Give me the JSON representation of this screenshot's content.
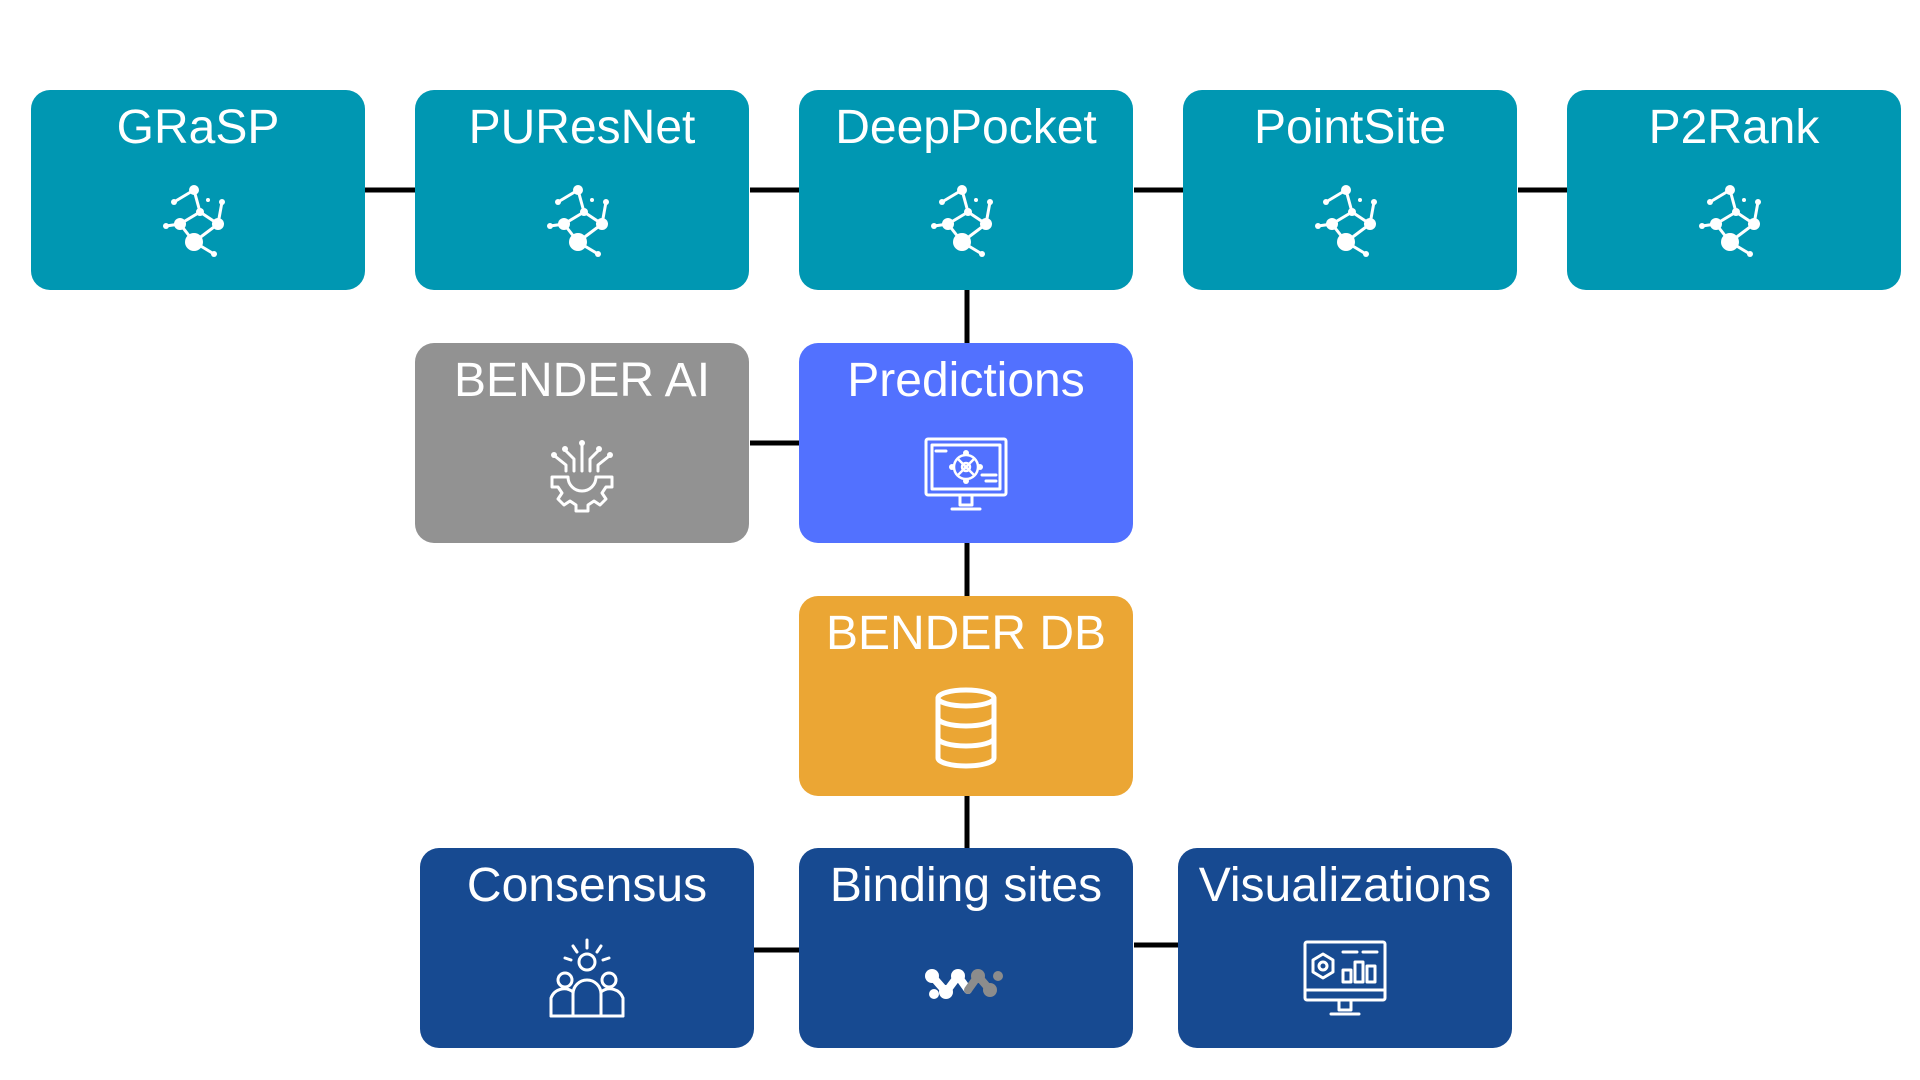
{
  "colors": {
    "predictor": "#0097b2",
    "bender_ai": "#929292",
    "predictions": "#5271ff",
    "bender_db": "#eba634",
    "analysis": "#174a91",
    "connector": "#000000",
    "icon": "#ffffff"
  },
  "predictors": [
    {
      "label": "GRaSP",
      "icon": "molecule-icon"
    },
    {
      "label": "PUResNet",
      "icon": "molecule-icon"
    },
    {
      "label": "DeepPocket",
      "icon": "molecule-icon"
    },
    {
      "label": "PointSite",
      "icon": "molecule-icon"
    },
    {
      "label": "P2Rank",
      "icon": "molecule-icon"
    }
  ],
  "bender_ai": {
    "label": "BENDER AI",
    "icon": "ai-gear-icon"
  },
  "predictions": {
    "label": "Predictions",
    "icon": "monitor-molecule-icon"
  },
  "bender_db": {
    "label": "BENDER DB",
    "icon": "database-icon"
  },
  "outputs": [
    {
      "label": "Consensus",
      "icon": "team-icon"
    },
    {
      "label": "Binding sites",
      "icon": "binding-sites-icon"
    },
    {
      "label": "Visualizations",
      "icon": "dashboard-monitor-icon"
    }
  ]
}
